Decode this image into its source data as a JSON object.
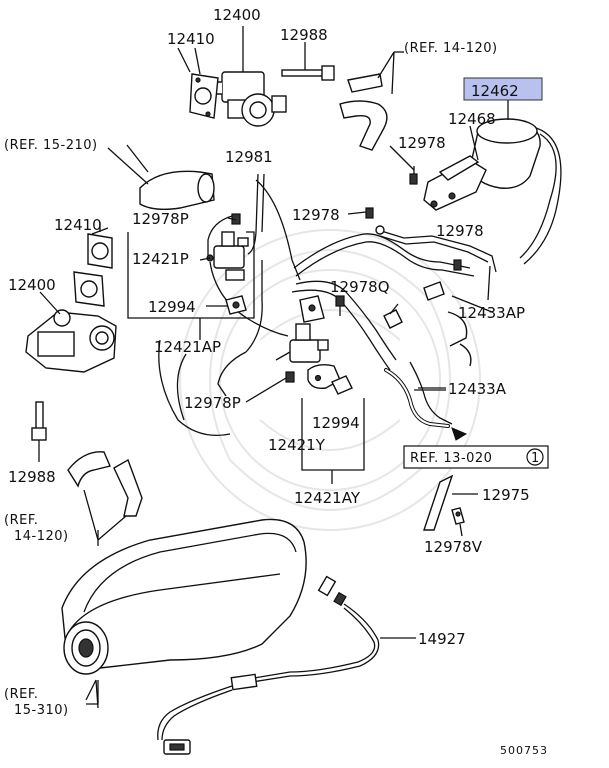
{
  "highlight_color": "#b9c1ee",
  "labels": {
    "p12400_top": "12400",
    "p12410_top": "12410",
    "p12988_top": "12988",
    "ref_14_120_top": "(REF. 14-120)",
    "p12462": "12462",
    "p12468": "12468",
    "p12978_a": "12978",
    "ref_15_210": "(REF. 15-210)",
    "p12981": "12981",
    "p12978p_a": "12978P",
    "p12978_b": "12978",
    "p12410_left": "12410",
    "p12421p": "12421P",
    "p12978_c": "12978",
    "p12400_left": "12400",
    "p12978q": "12978Q",
    "p12433ap": "12433AP",
    "p12994_a": "12994",
    "p12421ap": "12421AP",
    "p12978p_b": "12978P",
    "p12433a": "12433A",
    "p12994_b": "12994",
    "p12421y": "12421Y",
    "p12988_left": "12988",
    "ref_13_020": "REF. 13-020",
    "ref_13_020_circle": "1",
    "p12421ay": "12421AY",
    "p12975": "12975",
    "ref_14_120_left_1": "(REF.",
    "ref_14_120_left_2": "14-120)",
    "p12978v": "12978V",
    "p14927": "14927",
    "ref_15_310_1": "(REF.",
    "ref_15_310_2": "15-310)",
    "diagram_no": "500753"
  }
}
